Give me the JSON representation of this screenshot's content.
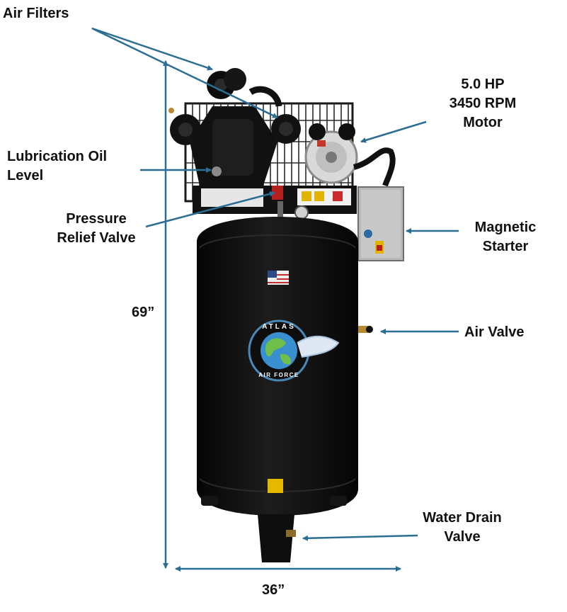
{
  "labels": {
    "air_filters": "Air Filters",
    "motor": [
      "5.0 HP",
      "3450 RPM",
      "Motor"
    ],
    "lubrication": [
      "Lubrication Oil",
      "Level"
    ],
    "pressure_relief": [
      "Pressure",
      "Relief Valve"
    ],
    "magnetic_starter": [
      "Magnetic",
      "Starter"
    ],
    "air_valve": "Air Valve",
    "water_drain": [
      "Water Drain",
      "Valve"
    ],
    "height": "69”",
    "width": "36”"
  },
  "badges": {
    "logo_brand": "ATLAS",
    "logo_sub": "AIR FORCE"
  },
  "colors": {
    "arrow": "#2c6e93",
    "tank": "#0b0b0b",
    "label": "#111111",
    "logo_ring": "#4a88b8"
  }
}
